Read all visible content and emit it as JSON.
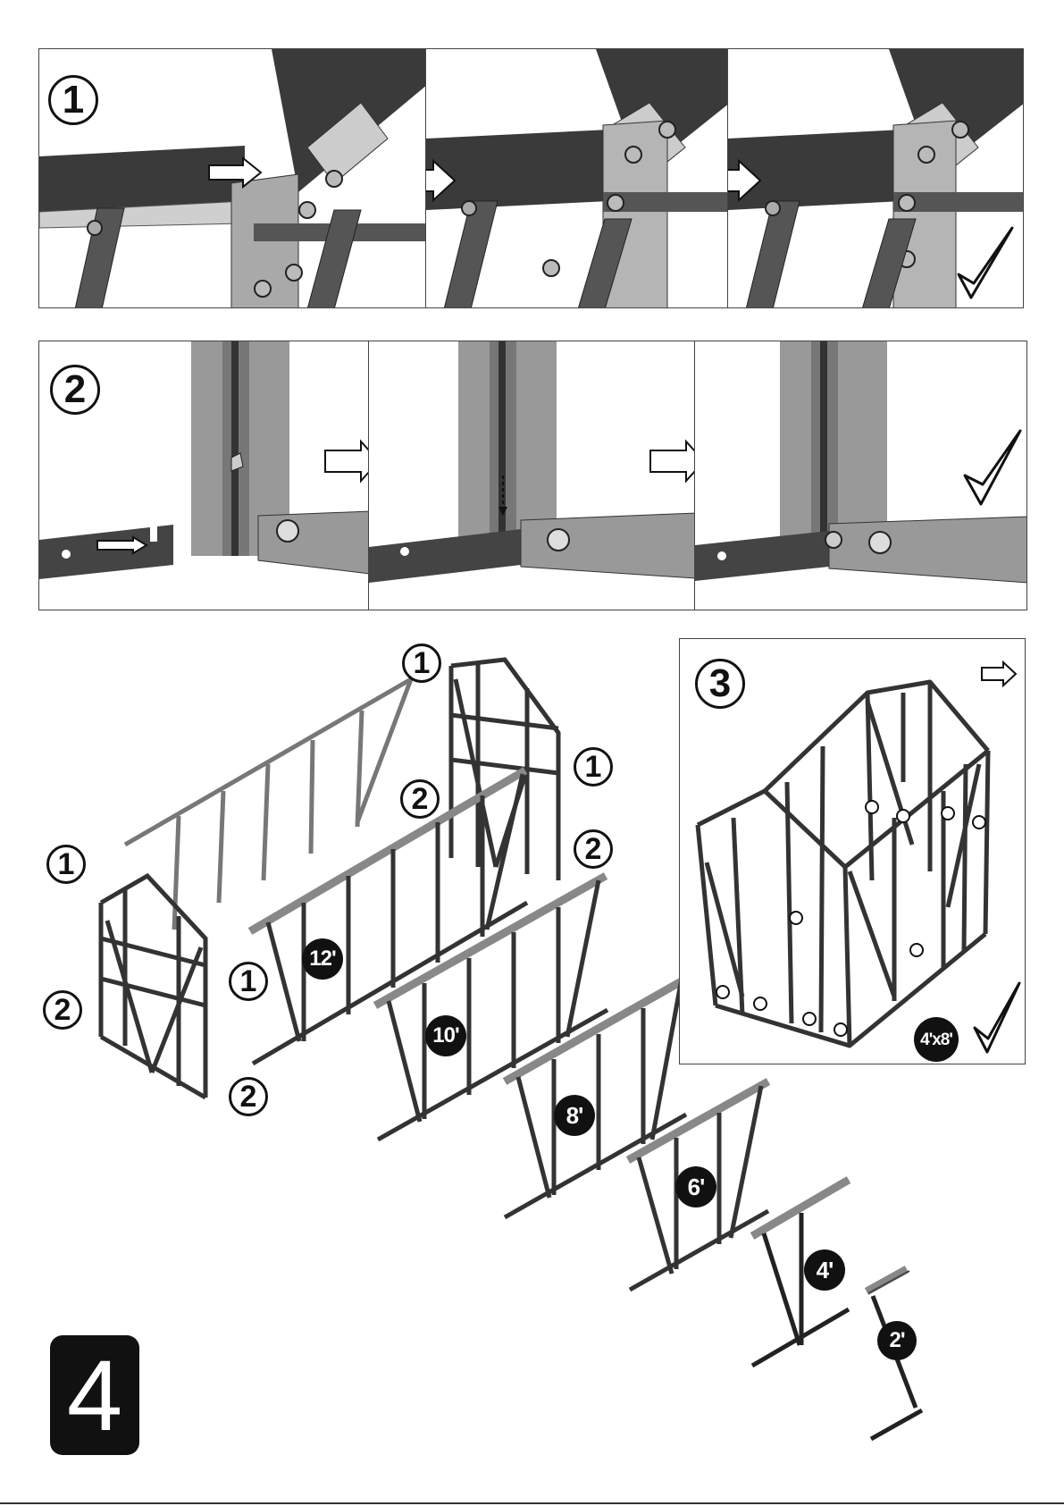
{
  "step_number": "4",
  "row1": {
    "badge": "1"
  },
  "row2": {
    "badge": "2"
  },
  "row3": {
    "badge": "3",
    "model_label": "4'x8'"
  },
  "exploded": {
    "end_badges": [
      "1",
      "1",
      "1",
      "2",
      "2",
      "1",
      "2",
      "2"
    ],
    "section_labels": [
      "12'",
      "10'",
      "8'",
      "6'",
      "4'",
      "2'"
    ]
  },
  "icons": [
    "check-icon",
    "arrow-right-icon",
    "nut-icon",
    "bolt-icon"
  ]
}
